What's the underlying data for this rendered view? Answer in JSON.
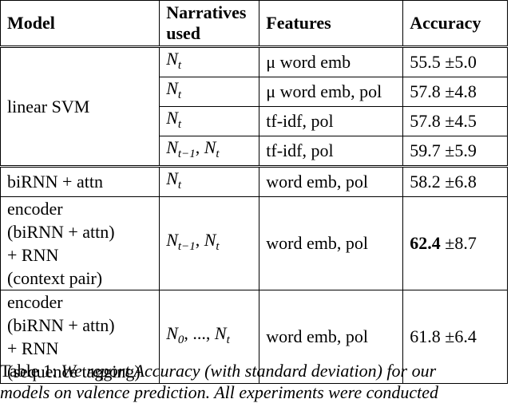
{
  "table": {
    "headers": {
      "model": "Model",
      "narratives_line1": "Narratives",
      "narratives_line2": "used",
      "features": "Features",
      "accuracy": "Accuracy"
    },
    "svm": {
      "model": "linear SVM",
      "rows": [
        {
          "narr_base": "N",
          "narr_sub": "t",
          "features": "μ word emb",
          "acc": "55.5",
          "sd": "±5.0"
        },
        {
          "narr_base": "N",
          "narr_sub": "t",
          "features": "μ word emb, pol",
          "acc": "57.8",
          "sd": "±4.8"
        },
        {
          "narr_base": "N",
          "narr_sub": "t",
          "features": "tf-idf, pol",
          "acc": "57.8",
          "sd": "±4.5"
        },
        {
          "narr_base": "N",
          "narr_sub": "t−1",
          "narr_sep": ", ",
          "narr_base2": "N",
          "narr_sub2": "t",
          "features": "tf-idf, pol",
          "acc": "59.7",
          "sd": "±5.9"
        }
      ]
    },
    "birnn": {
      "model": "biRNN + attn",
      "narr_base": "N",
      "narr_sub": "t",
      "features": "word emb, pol",
      "acc": "58.2",
      "sd": "±6.8"
    },
    "encoder_pair": {
      "model_lines": [
        "encoder",
        "(biRNN + attn)",
        "+ RNN",
        "(context pair)"
      ],
      "narr_base": "N",
      "narr_sub": "t−1",
      "narr_sep": ", ",
      "narr_base2": "N",
      "narr_sub2": "t",
      "features": "word emb, pol",
      "acc": "62.4",
      "sd": "±8.7"
    },
    "encoder_seq": {
      "model_lines": [
        "encoder",
        "(biRNN + attn)",
        "+ RNN",
        "(sequence tagging)"
      ],
      "narr_base": "N",
      "narr_sub": "0",
      "narr_sep": ", ..., ",
      "narr_base2": "N",
      "narr_sub2": "t",
      "features": "word emb, pol",
      "acc": "61.8",
      "sd": "±6.4"
    }
  },
  "caption": {
    "line1_prefix": "Table 1: ",
    "line1_rest": "We report Accuracy (with standard deviation) for our",
    "line2": "models on valence prediction. All experiments were conducted"
  }
}
